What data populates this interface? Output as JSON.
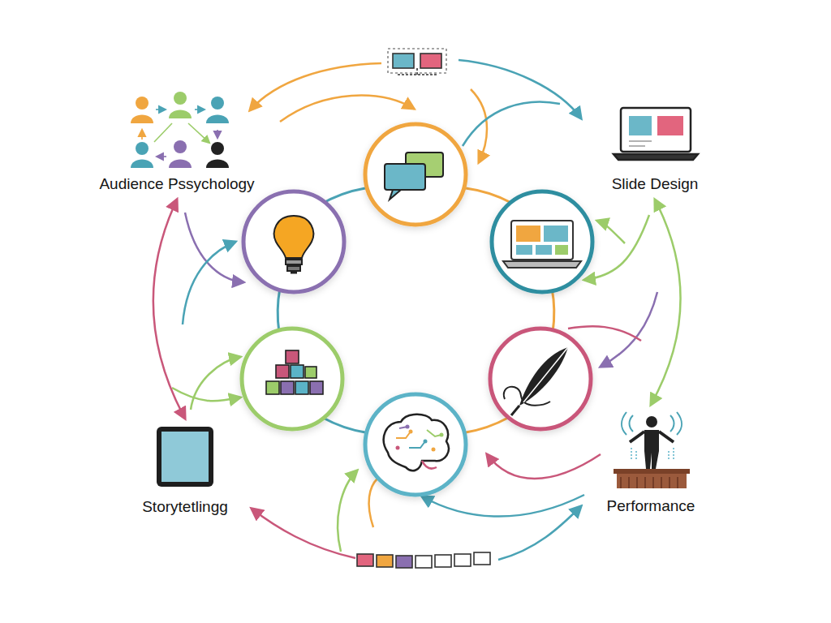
{
  "diagram": {
    "nodes": [
      {
        "text": [
          "Audience Pssychology"
        ]
      },
      {
        "text": [
          "Slide Design"
        ]
      },
      {
        "text": [
          "Storytetlingg"
        ]
      },
      {
        "text": [
          "Performance"
        ]
      }
    ],
    "edges": [
      {
        "from": 0,
        "to": 2,
        "arrow": "both"
      },
      {
        "from": 1,
        "to": 3,
        "arrow": "both"
      }
    ]
  }
}
